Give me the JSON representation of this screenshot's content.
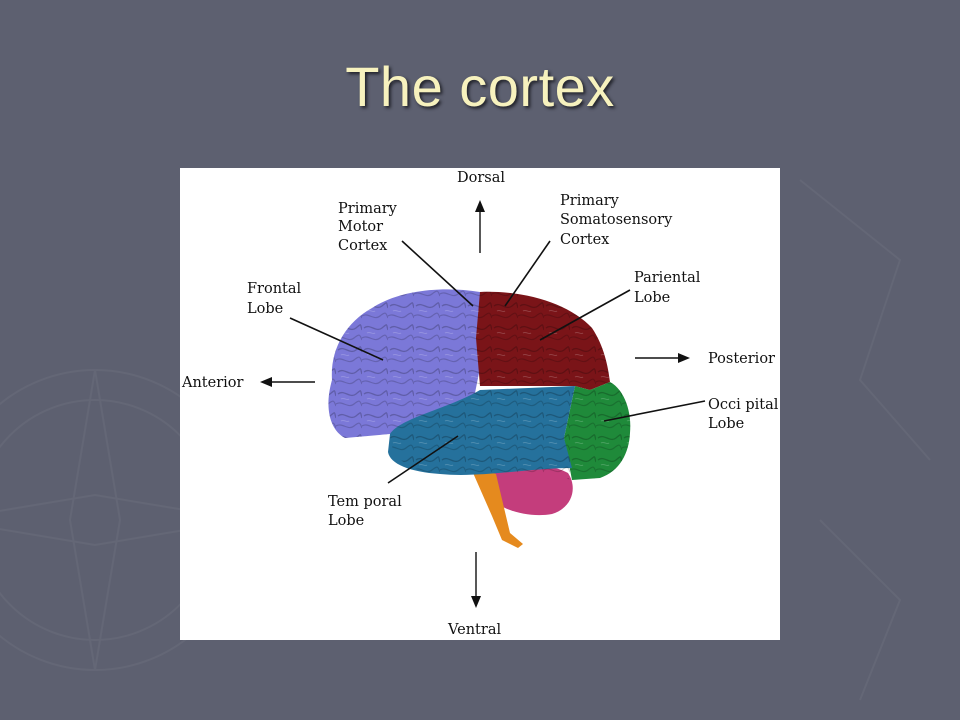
{
  "slide": {
    "title": "The cortex"
  },
  "directions": {
    "dorsal": "Dorsal",
    "ventral": "Ventral",
    "anterior": "Anterior",
    "posterior": "Posterior"
  },
  "labels": {
    "primary_motor_cortex": [
      "Primary",
      "Motor",
      "Cortex"
    ],
    "primary_somatosensory_cortex": [
      "Primary",
      "Somatosensory",
      "Cortex"
    ],
    "frontal_lobe": [
      "Frontal",
      "Lobe"
    ],
    "pariental_lobe": [
      "Pariental",
      "Lobe"
    ],
    "occipital_lobe": [
      "Occi pital",
      "Lobe"
    ],
    "temporal_lobe": [
      "Tem poral",
      "Lobe"
    ]
  },
  "colors": {
    "background": "#5d6070",
    "title": "#f7f2be",
    "frontal": "#7b78d8",
    "parietal": "#7a1418",
    "occipital": "#1f8a3a",
    "temporal": "#25719c",
    "cerebellum": "#c43d7c",
    "brainstem": "#e58a1e"
  }
}
